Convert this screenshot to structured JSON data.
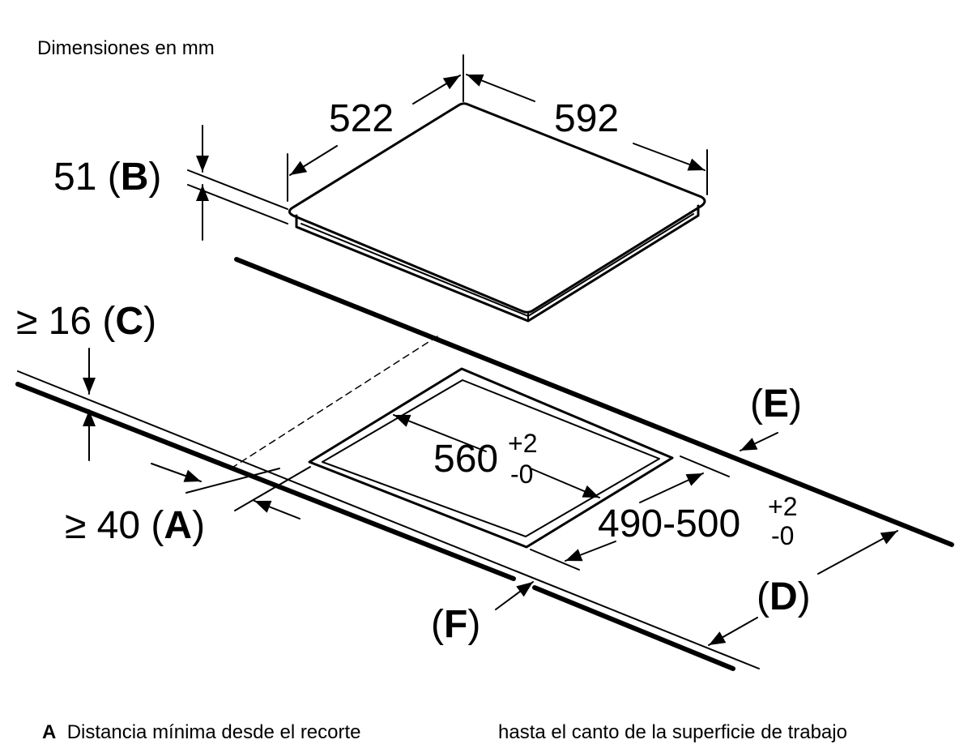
{
  "title": "Dimensiones en mm",
  "dimensions": {
    "depth": "522",
    "width": "592",
    "height": "51",
    "height_ref": "B",
    "min_thickness": "≥ 16",
    "min_thickness_ref": "C",
    "min_front_dist": "≥ 40",
    "min_front_dist_ref": "A",
    "cutout_width": "560",
    "cutout_width_tol_plus": "+2",
    "cutout_width_tol_minus": "-0",
    "cutout_depth": "490-500",
    "cutout_depth_tol_plus": "+2",
    "cutout_depth_tol_minus": "-0",
    "ref_e": "E",
    "ref_d": "D",
    "ref_f": "F"
  },
  "footnote": {
    "marker": "A",
    "text_left": "Distancia mínima desde el recorte",
    "text_right": "hasta el canto de la superficie de trabajo"
  }
}
